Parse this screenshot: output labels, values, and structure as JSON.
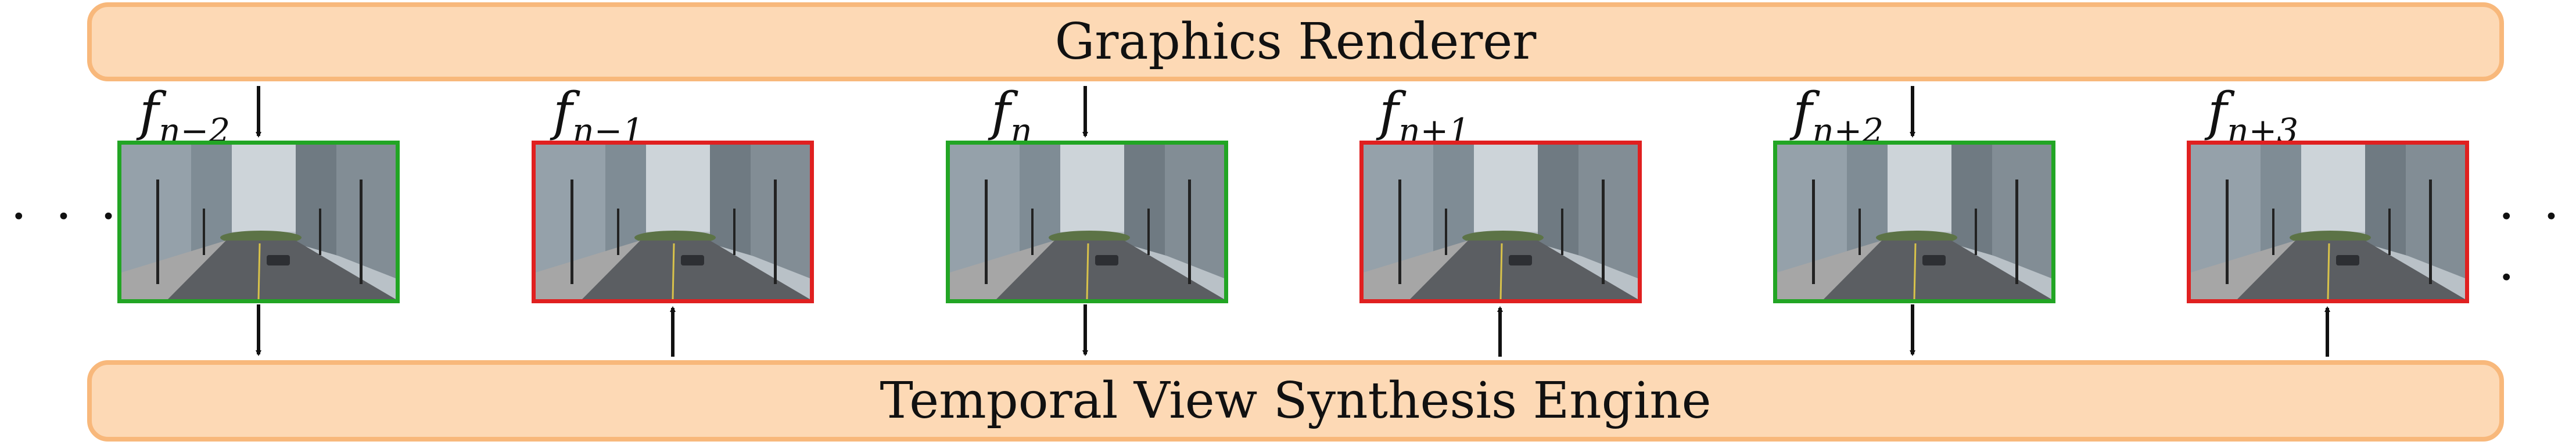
{
  "top_bar": {
    "label": "Graphics Renderer"
  },
  "bottom_bar": {
    "label": "Temporal View Synthesis Engine"
  },
  "ellipsis": {
    "left": "· · ·",
    "right": "· · ·"
  },
  "frames": [
    {
      "base": "f",
      "subscript": "n−2",
      "type": "rendered",
      "border_color": "#22a524"
    },
    {
      "base": "f",
      "subscript": "n−1",
      "type": "synthesized",
      "border_color": "#e02020"
    },
    {
      "base": "f",
      "subscript": "n",
      "type": "rendered",
      "border_color": "#22a524"
    },
    {
      "base": "f",
      "subscript": "n+1",
      "type": "synthesized",
      "border_color": "#e02020"
    },
    {
      "base": "f",
      "subscript": "n+2",
      "type": "rendered",
      "border_color": "#22a524"
    },
    {
      "base": "f",
      "subscript": "n+3",
      "type": "synthesized",
      "border_color": "#e02020"
    }
  ],
  "colors": {
    "bar_fill": "#fdd9b5",
    "bar_border": "#f8b87b"
  }
}
